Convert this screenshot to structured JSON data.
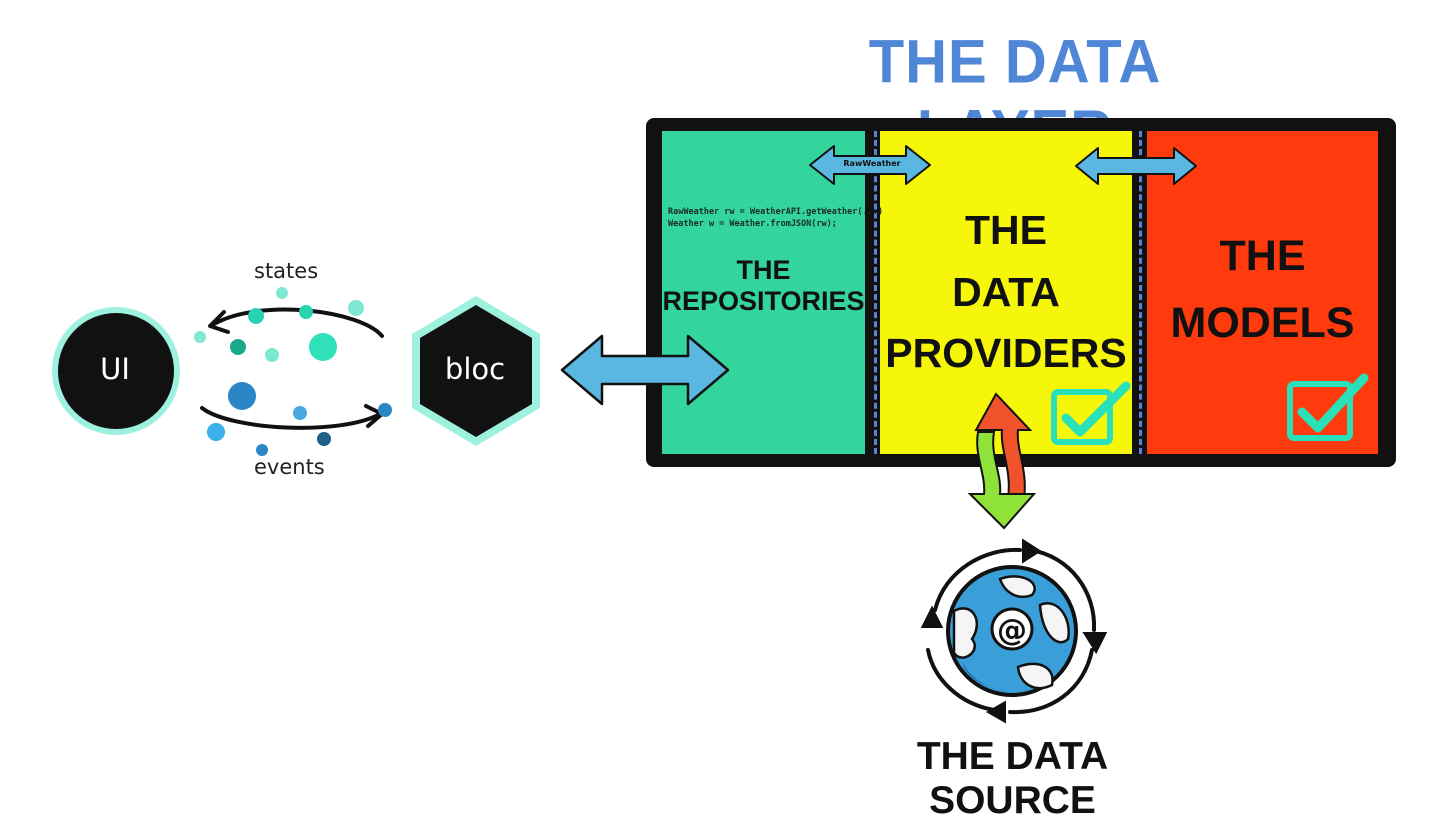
{
  "title": "THE DATA LAYER",
  "panels": {
    "repositories": {
      "label_line1": "THE",
      "label_line2": "REPOSITORIES",
      "color": "#34d59d"
    },
    "providers": {
      "label_line1": "THE",
      "label_line2": "DATA",
      "label_line3": "PROVIDERS",
      "color": "#f6f60a"
    },
    "models": {
      "label_line1": "THE",
      "label_line2": "MODELS",
      "color": "#ff3a0c"
    }
  },
  "code_lines": [
    "RawWeather rw = WeatherAPI.getWeather(...)",
    "Weather w = Weather.fromJSON(rw);"
  ],
  "arrow_tag": "RawWeather",
  "bloc_diagram": {
    "ui_label": "UI",
    "bloc_label": "bloc",
    "states_label": "states",
    "events_label": "events"
  },
  "data_source": {
    "label": "THE DATA SOURCE",
    "icon": "globe-at-icon"
  },
  "icons": [
    "check-box-icon",
    "double-arrow-icon",
    "cycle-arrows-icon"
  ],
  "colors": {
    "title": "#4f86d6",
    "arrow": "#5ab8e0",
    "accent": "#29e0b8"
  }
}
